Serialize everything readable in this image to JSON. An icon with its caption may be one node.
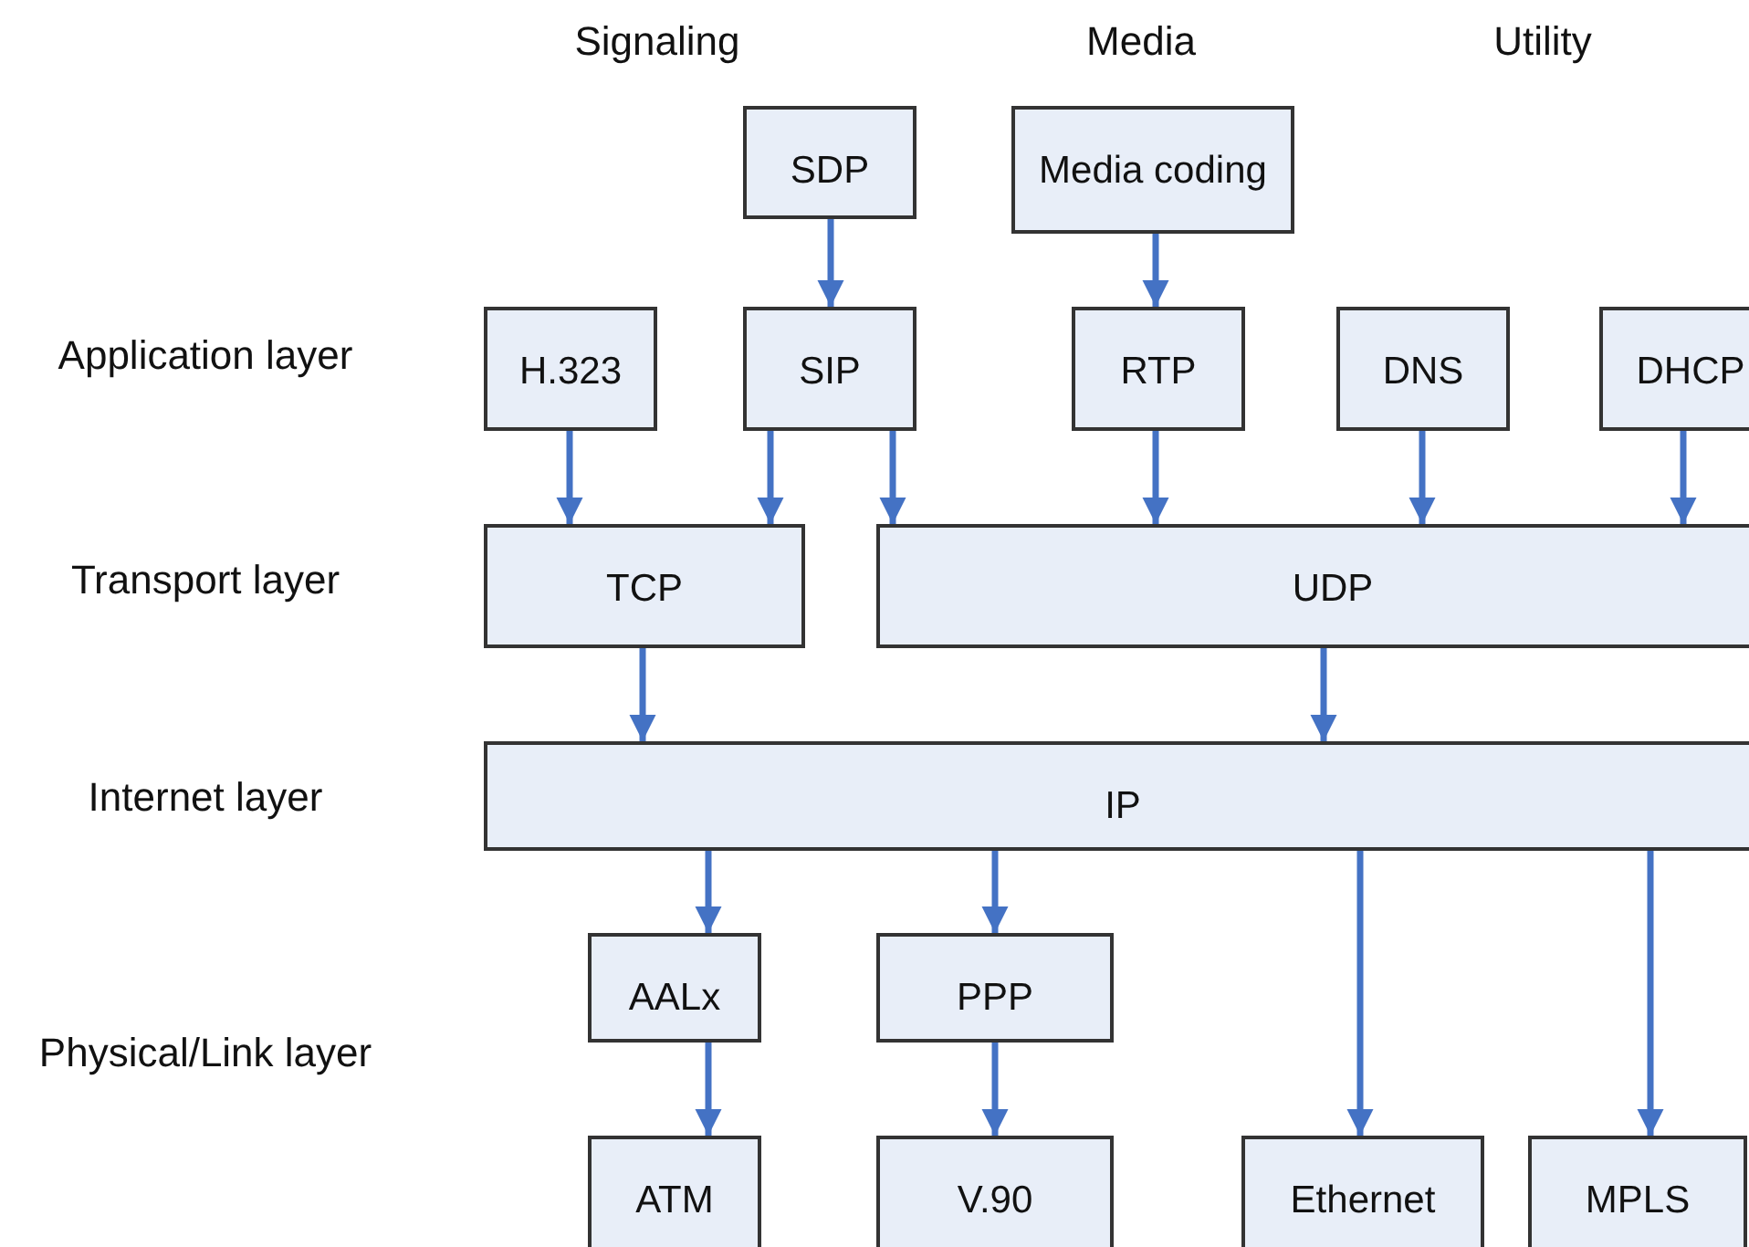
{
  "diagram": {
    "nodes": [
      {
        "text": [
          "SDP"
        ]
      },
      {
        "text": [
          "Media coding"
        ]
      },
      {
        "text": [
          "H.323"
        ]
      },
      {
        "text": [
          "SIP"
        ]
      },
      {
        "text": [
          "RTP"
        ]
      },
      {
        "text": [
          "DNS"
        ]
      },
      {
        "text": [
          "DHCP"
        ]
      },
      {
        "text": [
          "TCP"
        ]
      },
      {
        "text": [
          "UDP"
        ]
      },
      {
        "text": [
          "IP"
        ]
      },
      {
        "text": [
          "AALx"
        ]
      },
      {
        "text": [
          "PPP"
        ]
      },
      {
        "text": [
          "ATM"
        ]
      },
      {
        "text": [
          "V.90"
        ]
      },
      {
        "text": [
          "Ethernet"
        ]
      },
      {
        "text": [
          "MPLS"
        ]
      }
    ],
    "edges": [
      {
        "from": 0,
        "to": 3,
        "arrow": "to"
      },
      {
        "from": 1,
        "to": 4,
        "arrow": "to"
      },
      {
        "from": 2,
        "to": 7,
        "arrow": "to"
      },
      {
        "from": 3,
        "to": 7,
        "arrow": "to"
      },
      {
        "from": 3,
        "to": 8,
        "arrow": "to"
      },
      {
        "from": 4,
        "to": 8,
        "arrow": "to"
      },
      {
        "from": 5,
        "to": 8,
        "arrow": "to"
      },
      {
        "from": 6,
        "to": 8,
        "arrow": "to"
      },
      {
        "from": 7,
        "to": 9,
        "arrow": "to"
      },
      {
        "from": 8,
        "to": 9,
        "arrow": "to"
      },
      {
        "from": 9,
        "to": 10,
        "arrow": "to"
      },
      {
        "from": 9,
        "to": 11,
        "arrow": "to"
      },
      {
        "from": 9,
        "to": 14,
        "arrow": "to"
      },
      {
        "from": 9,
        "to": 15,
        "arrow": "to"
      },
      {
        "from": 10,
        "to": 12,
        "arrow": "to"
      },
      {
        "from": 11,
        "to": 13,
        "arrow": "to"
      }
    ],
    "labels": [
      "Signaling",
      "Media",
      "Utility",
      "Application layer",
      "Transport layer",
      "Internet layer",
      "Physical/Link layer"
    ]
  }
}
